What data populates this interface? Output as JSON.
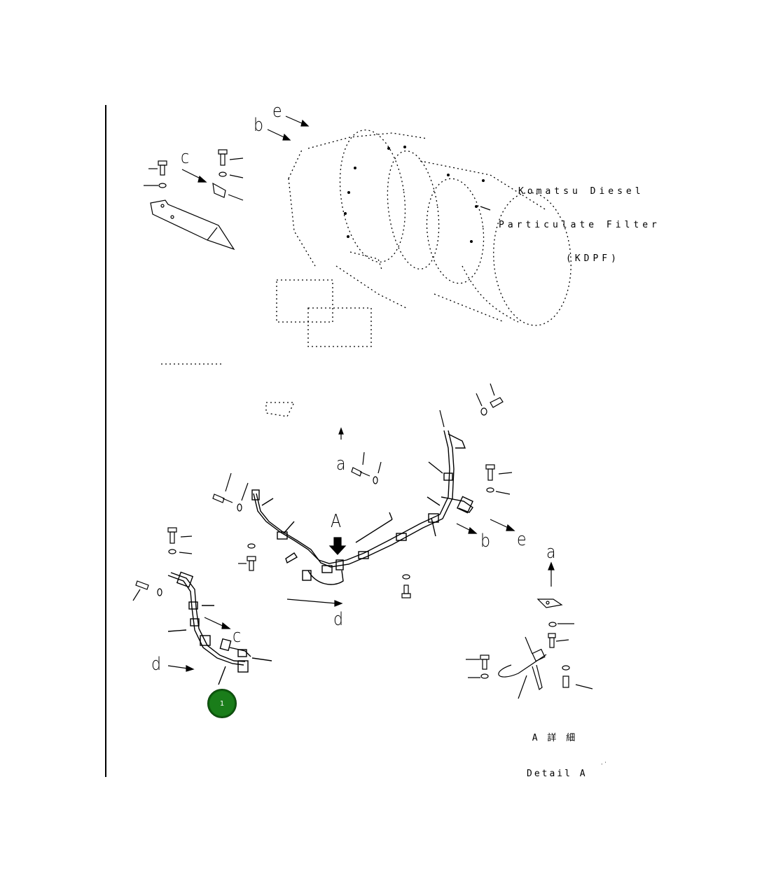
{
  "diagram": {
    "view_labels": {
      "e_top": "e",
      "b_top": "b",
      "c_top": "c",
      "a_mid": "a",
      "A_arrow": "A",
      "b_right": "b",
      "e_right": "e",
      "a_right": "a",
      "c_low": "c",
      "d_low": "d",
      "d_mid": "d"
    },
    "filter_note": {
      "line1": "Komatsu Diesel",
      "line2": "Particulate Filter",
      "line3": "(KDPF)"
    },
    "detail_caption": {
      "line1": "A 詳 細",
      "line2": "Detail A"
    },
    "callout": {
      "number": "1",
      "color": "#1a7d1a"
    },
    "icons": [
      "arrow-down-filled",
      "arrow-up"
    ]
  }
}
